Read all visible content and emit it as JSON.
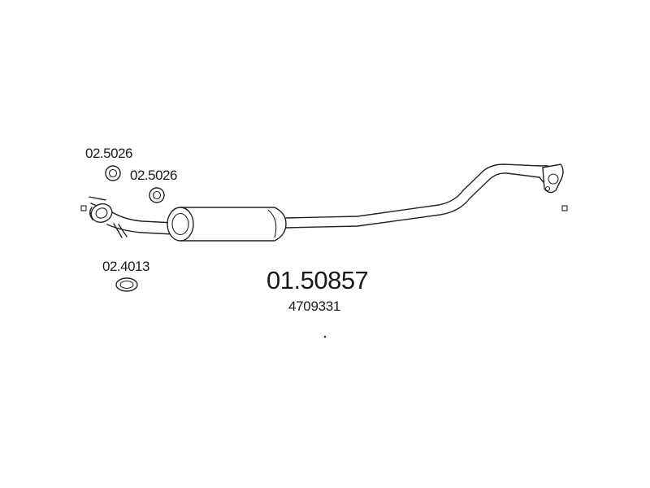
{
  "diagram": {
    "main_part": {
      "number": "01.50857",
      "oe_number": "4709331"
    },
    "accessories": [
      {
        "number": "02.5026"
      },
      {
        "number": "02.5026"
      },
      {
        "number": "02.4013"
      }
    ]
  }
}
